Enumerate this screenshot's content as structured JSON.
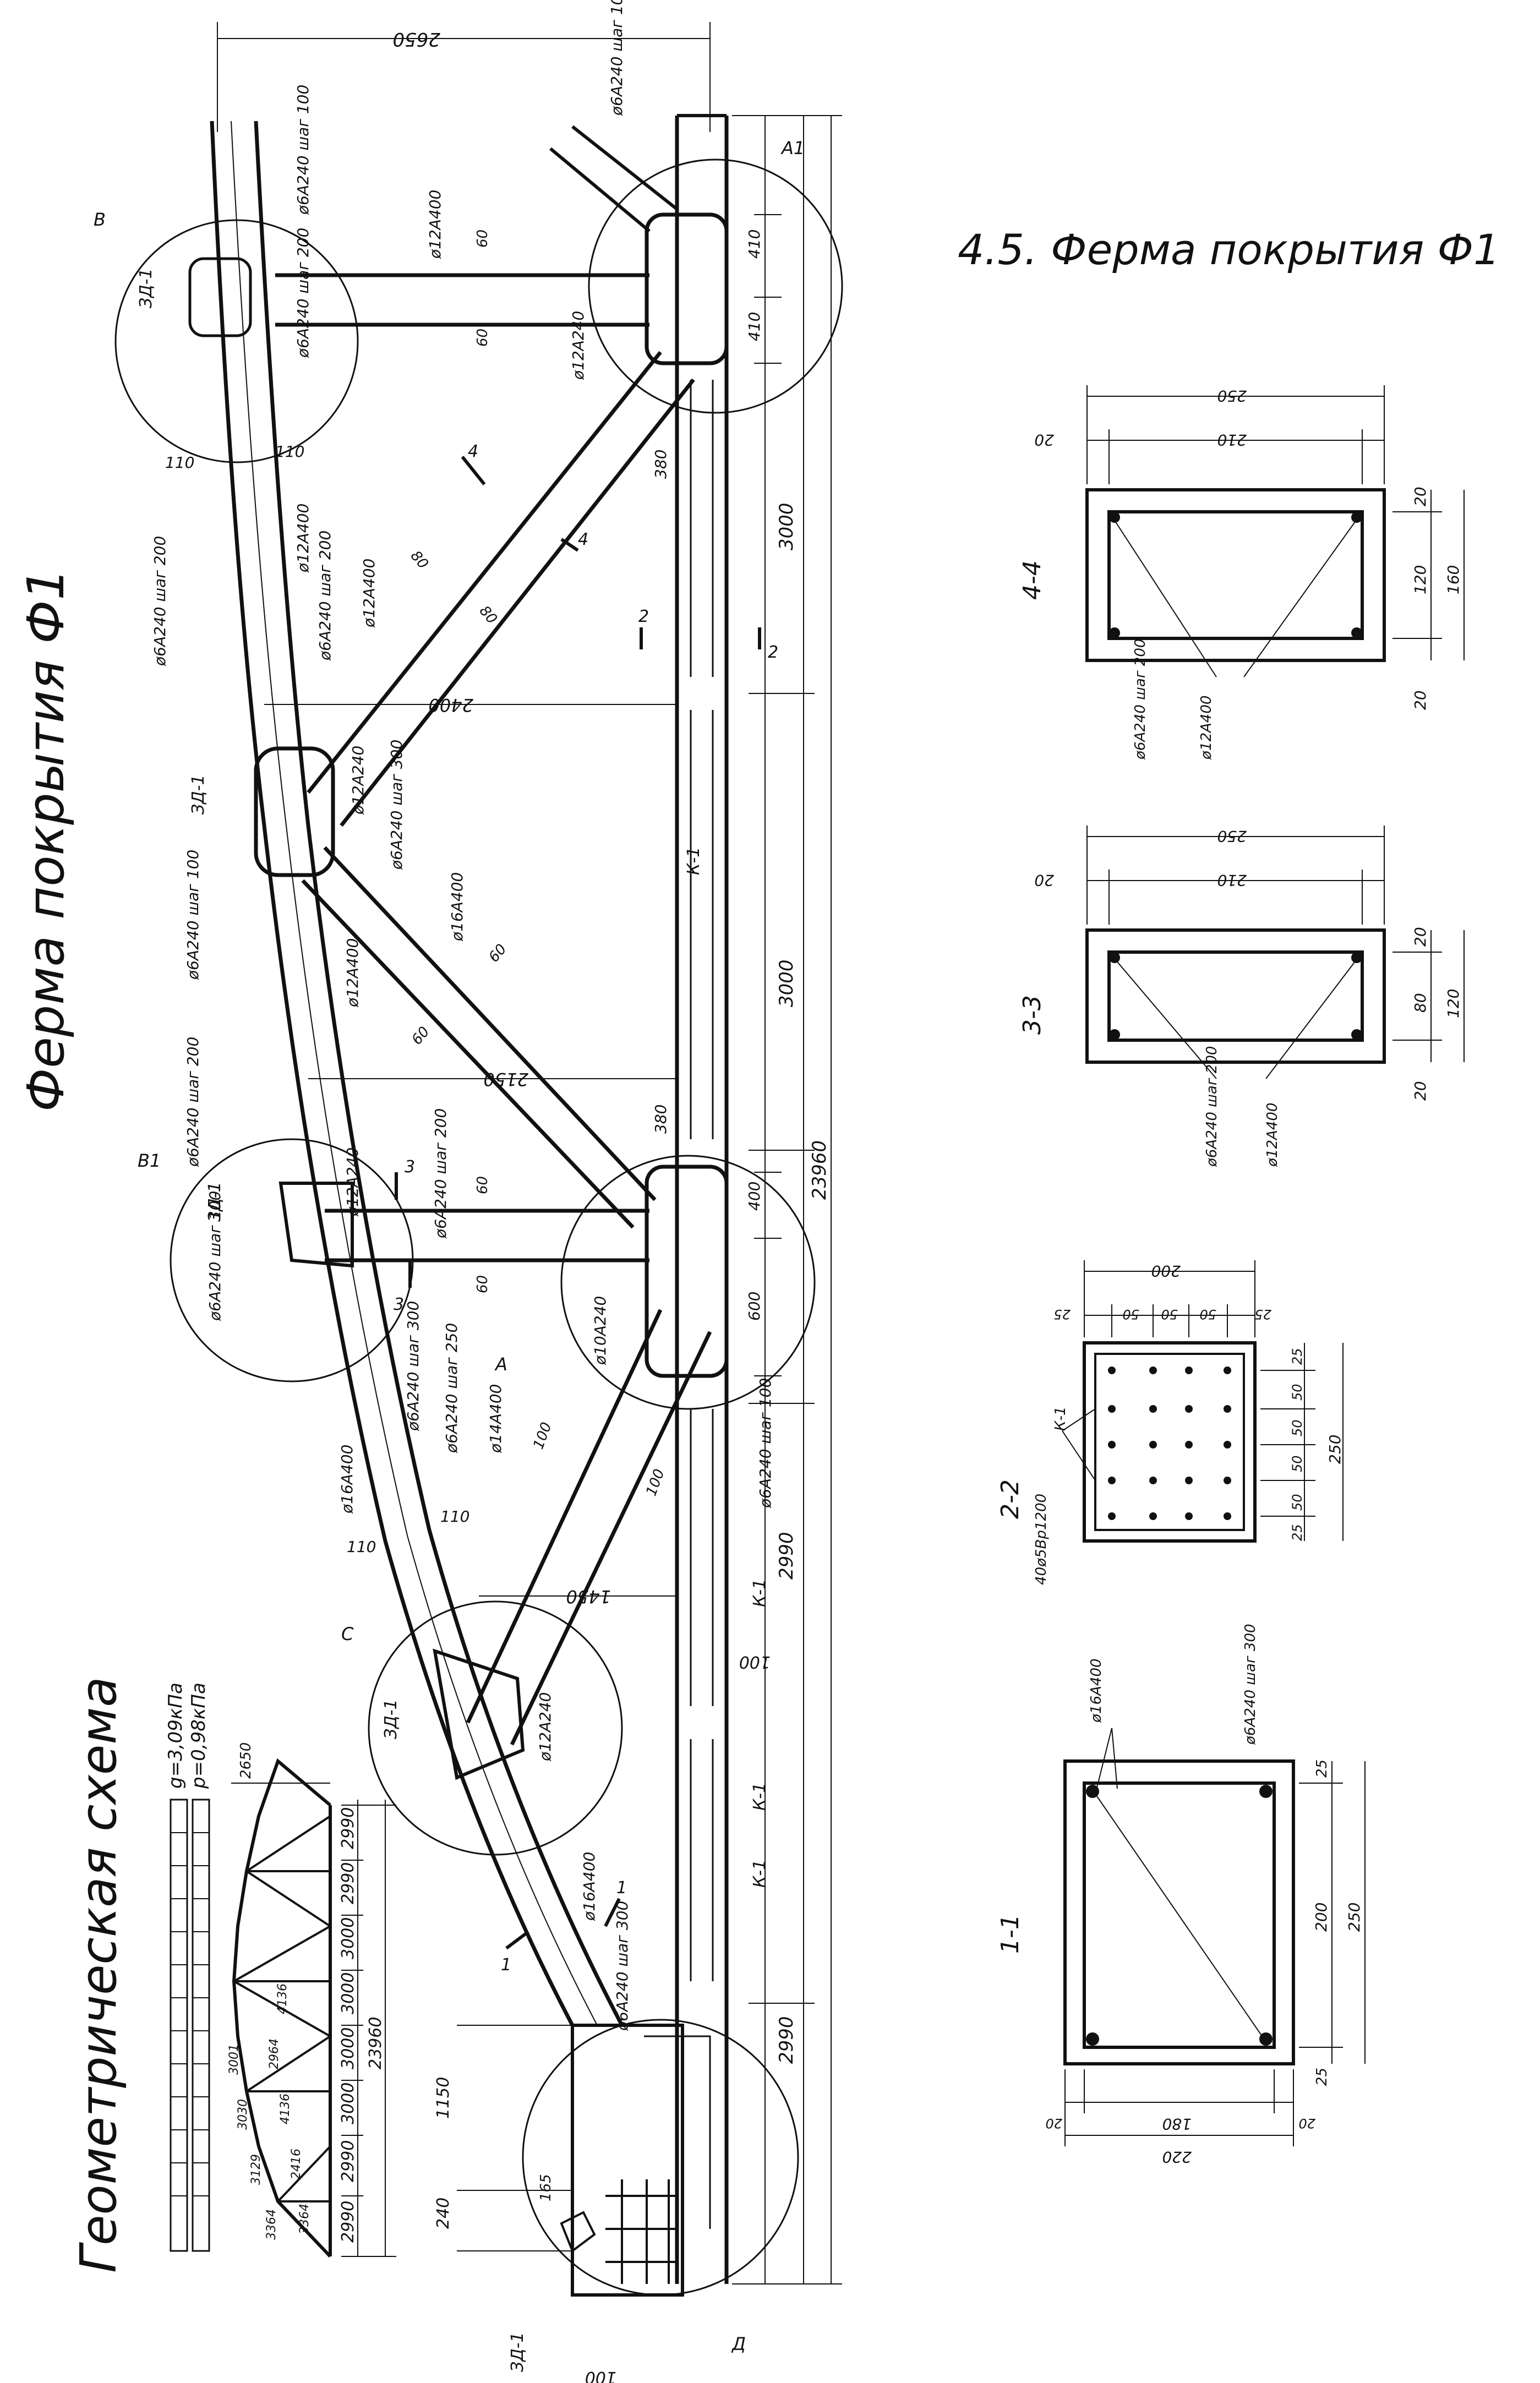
{
  "titles": {
    "section_heading": "4.5. Ферма покрытия Ф1",
    "truss_title": "Ферма покрытия Ф1",
    "scheme_title": "Геометрическая схема"
  },
  "loads": {
    "g": "g=3,09кПа",
    "p": "p=0,98кПа"
  },
  "scheme": {
    "panel_lengths": [
      "2990",
      "2990",
      "3000",
      "3000",
      "3000",
      "3000",
      "2990",
      "2990"
    ],
    "total_length": "23960",
    "rise": "2650",
    "member_labels": [
      "3364",
      "3129",
      "3030",
      "3001",
      "3364",
      "2416",
      "4136",
      "4136",
      "2964"
    ]
  },
  "truss": {
    "overall_span": "23960",
    "top_dim": "2650",
    "bottom_chord_dims": [
      "3000",
      "3000",
      "2990",
      "2990"
    ],
    "heights": [
      "2400",
      "2150",
      "1450"
    ],
    "end_dims": [
      "1150",
      "240",
      "165",
      "100",
      "100"
    ],
    "node_dims": [
      "410",
      "410",
      "400",
      "600",
      "380",
      "380",
      "60",
      "60",
      "60",
      "60",
      "60",
      "60",
      "80",
      "80",
      "110",
      "110",
      "110",
      "110",
      "100",
      "100"
    ],
    "rebar_labels": [
      "ø6A240 шаг 100",
      "ø6A240 шаг 200",
      "ø6A240 шаг 300",
      "ø6A240 шаг 250",
      "ø12A400",
      "ø12A240",
      "ø16A400",
      "ø14A400",
      "ø10A240"
    ],
    "markers": [
      "В",
      "В1",
      "А",
      "А1",
      "С",
      "Д",
      "К-1",
      "К-1",
      "К-1",
      "К-1",
      "ЗД-1",
      "ЗД-1",
      "ЗД-1",
      "ЗД-1",
      "ЗД-1"
    ],
    "section_marks": [
      "1",
      "1",
      "2",
      "2",
      "3",
      "3",
      "4",
      "4"
    ]
  },
  "sections": [
    {
      "title": "4-4",
      "dims_top": [
        "250",
        "210",
        "20"
      ],
      "dims_side": [
        "20",
        "120",
        "160",
        "20"
      ],
      "rebar": [
        "ø6A240 шаг 200",
        "ø12A400"
      ]
    },
    {
      "title": "3-3",
      "dims_top": [
        "250",
        "210",
        "20"
      ],
      "dims_side": [
        "20",
        "80",
        "120",
        "20"
      ],
      "rebar": [
        "ø6A240 шаг 200",
        "ø12A400"
      ]
    },
    {
      "title": "2-2",
      "dims_top": [
        "200",
        "25",
        "50",
        "50",
        "50",
        "25"
      ],
      "dims_side": [
        "25",
        "50",
        "50",
        "50",
        "50",
        "25",
        "250"
      ],
      "rebar": [
        "К-1",
        "40ø5Вр1200"
      ]
    },
    {
      "title": "1-1",
      "dims_top": [
        "220",
        "180",
        "20",
        "20"
      ],
      "dims_side": [
        "25",
        "200",
        "250",
        "25"
      ],
      "rebar": [
        "ø16A400",
        "ø6A240 шаг 300"
      ]
    }
  ]
}
